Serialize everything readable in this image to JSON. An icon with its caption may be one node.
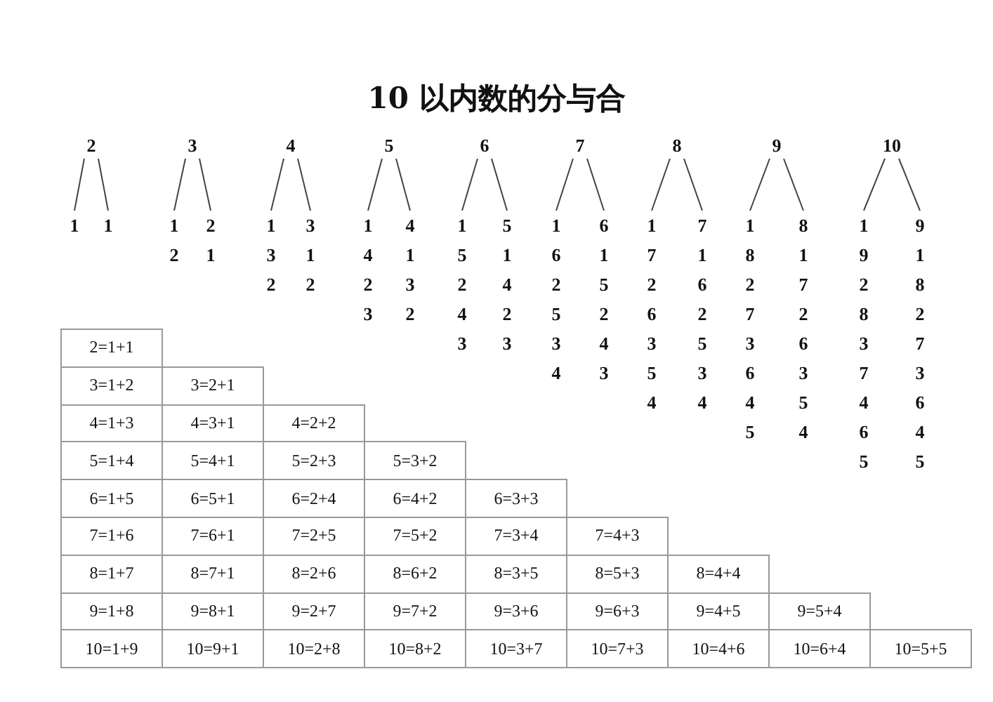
{
  "diagram": {
    "title": "10 以内数的分与合",
    "nodes": [
      {
        "text": [
          "2"
        ]
      },
      {
        "text": [
          "1"
        ]
      },
      {
        "text": [
          "1"
        ]
      },
      {
        "text": [
          "3"
        ]
      },
      {
        "text": [
          "1",
          "2"
        ]
      },
      {
        "text": [
          "2",
          "1"
        ]
      },
      {
        "text": [
          "4"
        ]
      },
      {
        "text": [
          "1",
          "3",
          "2"
        ]
      },
      {
        "text": [
          "3",
          "1",
          "2"
        ]
      },
      {
        "text": [
          "5"
        ]
      },
      {
        "text": [
          "1",
          "4",
          "2",
          "3"
        ]
      },
      {
        "text": [
          "4",
          "1",
          "3",
          "2"
        ]
      },
      {
        "text": [
          "6"
        ]
      },
      {
        "text": [
          "1",
          "5",
          "2",
          "4",
          "3"
        ]
      },
      {
        "text": [
          "5",
          "1",
          "4",
          "2",
          "3"
        ]
      },
      {
        "text": [
          "7"
        ]
      },
      {
        "text": [
          "1",
          "6",
          "2",
          "5",
          "3",
          "4"
        ]
      },
      {
        "text": [
          "6",
          "1",
          "5",
          "2",
          "4",
          "3"
        ]
      },
      {
        "text": [
          "8"
        ]
      },
      {
        "text": [
          "1",
          "7",
          "2",
          "6",
          "3",
          "5",
          "4"
        ]
      },
      {
        "text": [
          "7",
          "1",
          "6",
          "2",
          "5",
          "3",
          "4"
        ]
      },
      {
        "text": [
          "9"
        ]
      },
      {
        "text": [
          "1",
          "8",
          "2",
          "7",
          "3",
          "6",
          "4",
          "5"
        ]
      },
      {
        "text": [
          "8",
          "1",
          "7",
          "2",
          "6",
          "3",
          "5",
          "4"
        ]
      },
      {
        "text": [
          "10"
        ]
      },
      {
        "text": [
          "1",
          "9",
          "2",
          "8",
          "3",
          "7",
          "4",
          "6",
          "5"
        ]
      },
      {
        "text": [
          "9",
          "1",
          "8",
          "2",
          "7",
          "3",
          "6",
          "4",
          "5"
        ]
      }
    ],
    "edges": [
      {
        "from": 0,
        "to": 1,
        "arrow": "none"
      },
      {
        "from": 0,
        "to": 2,
        "arrow": "none"
      },
      {
        "from": 3,
        "to": 4,
        "arrow": "none"
      },
      {
        "from": 3,
        "to": 5,
        "arrow": "none"
      },
      {
        "from": 6,
        "to": 7,
        "arrow": "none"
      },
      {
        "from": 6,
        "to": 8,
        "arrow": "none"
      },
      {
        "from": 9,
        "to": 10,
        "arrow": "none"
      },
      {
        "from": 9,
        "to": 11,
        "arrow": "none"
      },
      {
        "from": 12,
        "to": 13,
        "arrow": "none"
      },
      {
        "from": 12,
        "to": 14,
        "arrow": "none"
      },
      {
        "from": 15,
        "to": 16,
        "arrow": "none"
      },
      {
        "from": 15,
        "to": 17,
        "arrow": "none"
      },
      {
        "from": 18,
        "to": 19,
        "arrow": "none"
      },
      {
        "from": 18,
        "to": 20,
        "arrow": "none"
      },
      {
        "from": 21,
        "to": 22,
        "arrow": "none"
      },
      {
        "from": 21,
        "to": 23,
        "arrow": "none"
      },
      {
        "from": 24,
        "to": 25,
        "arrow": "none"
      },
      {
        "from": 24,
        "to": 26,
        "arrow": "none"
      }
    ],
    "labels": [
      "2=1+1",
      "3=1+2",
      "3=2+1",
      "4=1+3",
      "4=3+1",
      "4=2+2",
      "5=1+4",
      "5=4+1",
      "5=2+3",
      "5=3+2",
      "6=1+5",
      "6=5+1",
      "6=2+4",
      "6=4+2",
      "6=3+3",
      "7=1+6",
      "7=6+1",
      "7=2+5",
      "7=5+2",
      "7=3+4",
      "7=4+3",
      "8=1+7",
      "8=7+1",
      "8=2+6",
      "8=6+2",
      "8=3+5",
      "8=5+3",
      "8=4+4",
      "9=1+8",
      "9=8+1",
      "9=2+7",
      "9=7+2",
      "9=3+6",
      "9=6+3",
      "9=4+5",
      "9=5+4",
      "10=1+9",
      "10=9+1",
      "10=2+8",
      "10=8+2",
      "10=3+7",
      "10=7+3",
      "10=4+6",
      "10=6+4",
      "10=5+5"
    ]
  }
}
